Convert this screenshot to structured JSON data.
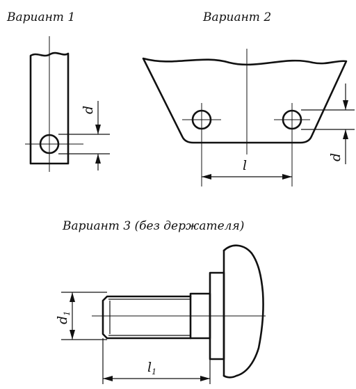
{
  "variants": {
    "v1": {
      "title": "Вариант 1",
      "dim_label": "d"
    },
    "v2": {
      "title": "Вариант 2",
      "dim_label_length": "l",
      "dim_label_diameter": "d"
    },
    "v3": {
      "title": "Вариант 3 (без держателя)",
      "dim_label_diameter": "d",
      "dim_label_diameter_sub": "1",
      "dim_label_length": "l",
      "dim_label_length_sub": "1"
    }
  }
}
